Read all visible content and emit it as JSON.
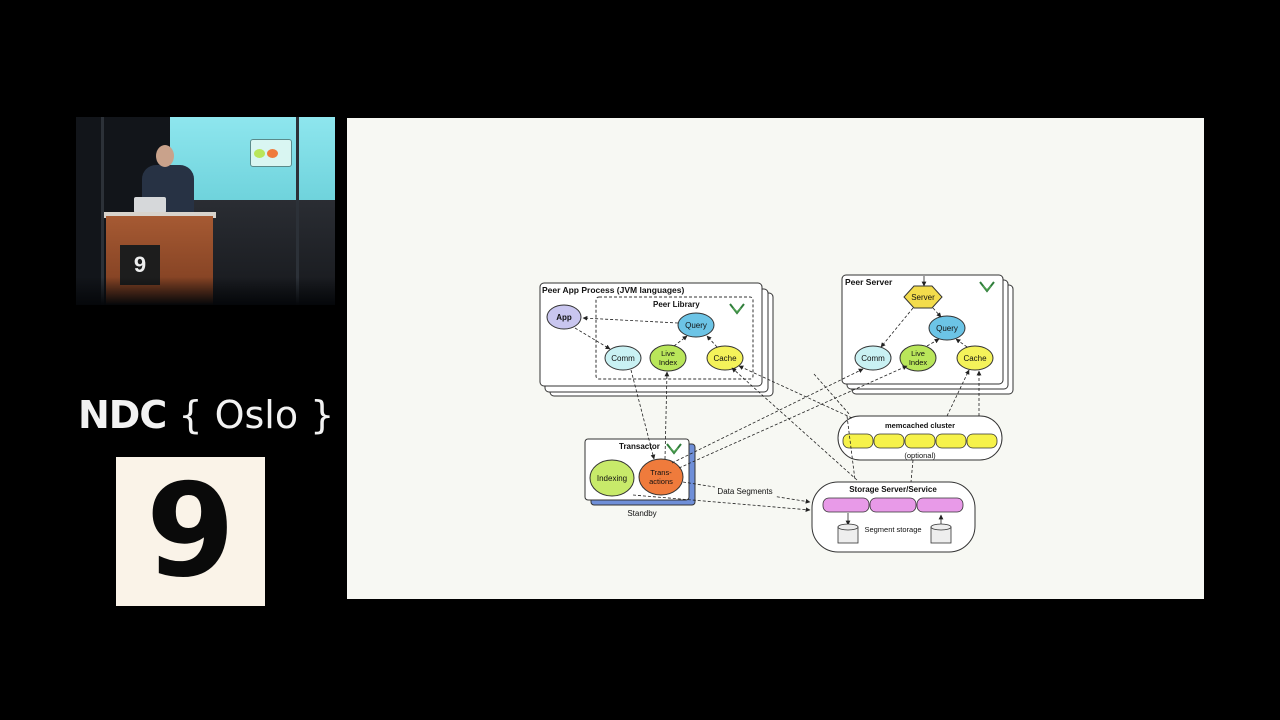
{
  "logo": {
    "brand": "NDC",
    "city": "{ Oslo }",
    "room_number": "9"
  },
  "camera": {
    "lectern_number": "9"
  },
  "diagram": {
    "peer_app": {
      "title": "Peer App Process (JVM languages)",
      "library_title": "Peer Library",
      "app": "App",
      "query": "Query",
      "comm": "Comm",
      "live_index_1": "Live",
      "live_index_2": "Index",
      "cache": "Cache"
    },
    "peer_server": {
      "title": "Peer Server",
      "server": "Server",
      "query": "Query",
      "comm": "Comm",
      "live_index_1": "Live",
      "live_index_2": "Index",
      "cache": "Cache"
    },
    "transactor": {
      "title": "Transactor",
      "indexing": "Indexing",
      "transactions_1": "Trans-",
      "transactions_2": "actions",
      "standby": "Standby"
    },
    "memcached": {
      "title": "memcached cluster",
      "optional": "(optional)"
    },
    "storage": {
      "title": "Storage Server/Service",
      "segment_storage": "Segment storage"
    },
    "edge_label": "Data Segments"
  },
  "colors": {
    "app": "#c9c6ef",
    "query": "#6cc4e6",
    "comm": "#c9f1f3",
    "live_index": "#b9e65a",
    "cache": "#f4f25a",
    "server": "#f3dc4c",
    "transactions": "#ef7b3c",
    "indexing": "#c8ea6a",
    "storage_segment": "#e89ae8",
    "memcached_segment": "#f6f24a",
    "standby": "#6f8fd8",
    "slide_background": "#f7f8f3"
  }
}
